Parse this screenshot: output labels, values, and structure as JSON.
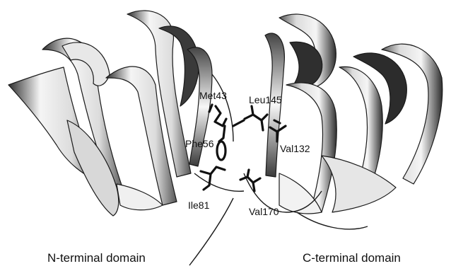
{
  "residues": {
    "met43": "Met43",
    "leu145": "Leu145",
    "phe56": "Phe56",
    "val132": "Val132",
    "ile81": "Ile81",
    "val170": "Val170"
  },
  "domains": {
    "n_terminal": "N-terminal domain",
    "c_terminal": "C-terminal domain"
  },
  "colors": {
    "ribbon_edge": "#1a1a1a",
    "ribbon_dark": "#3a3a3a",
    "ribbon_light": "#f4f4f4",
    "stick": "#111111"
  }
}
